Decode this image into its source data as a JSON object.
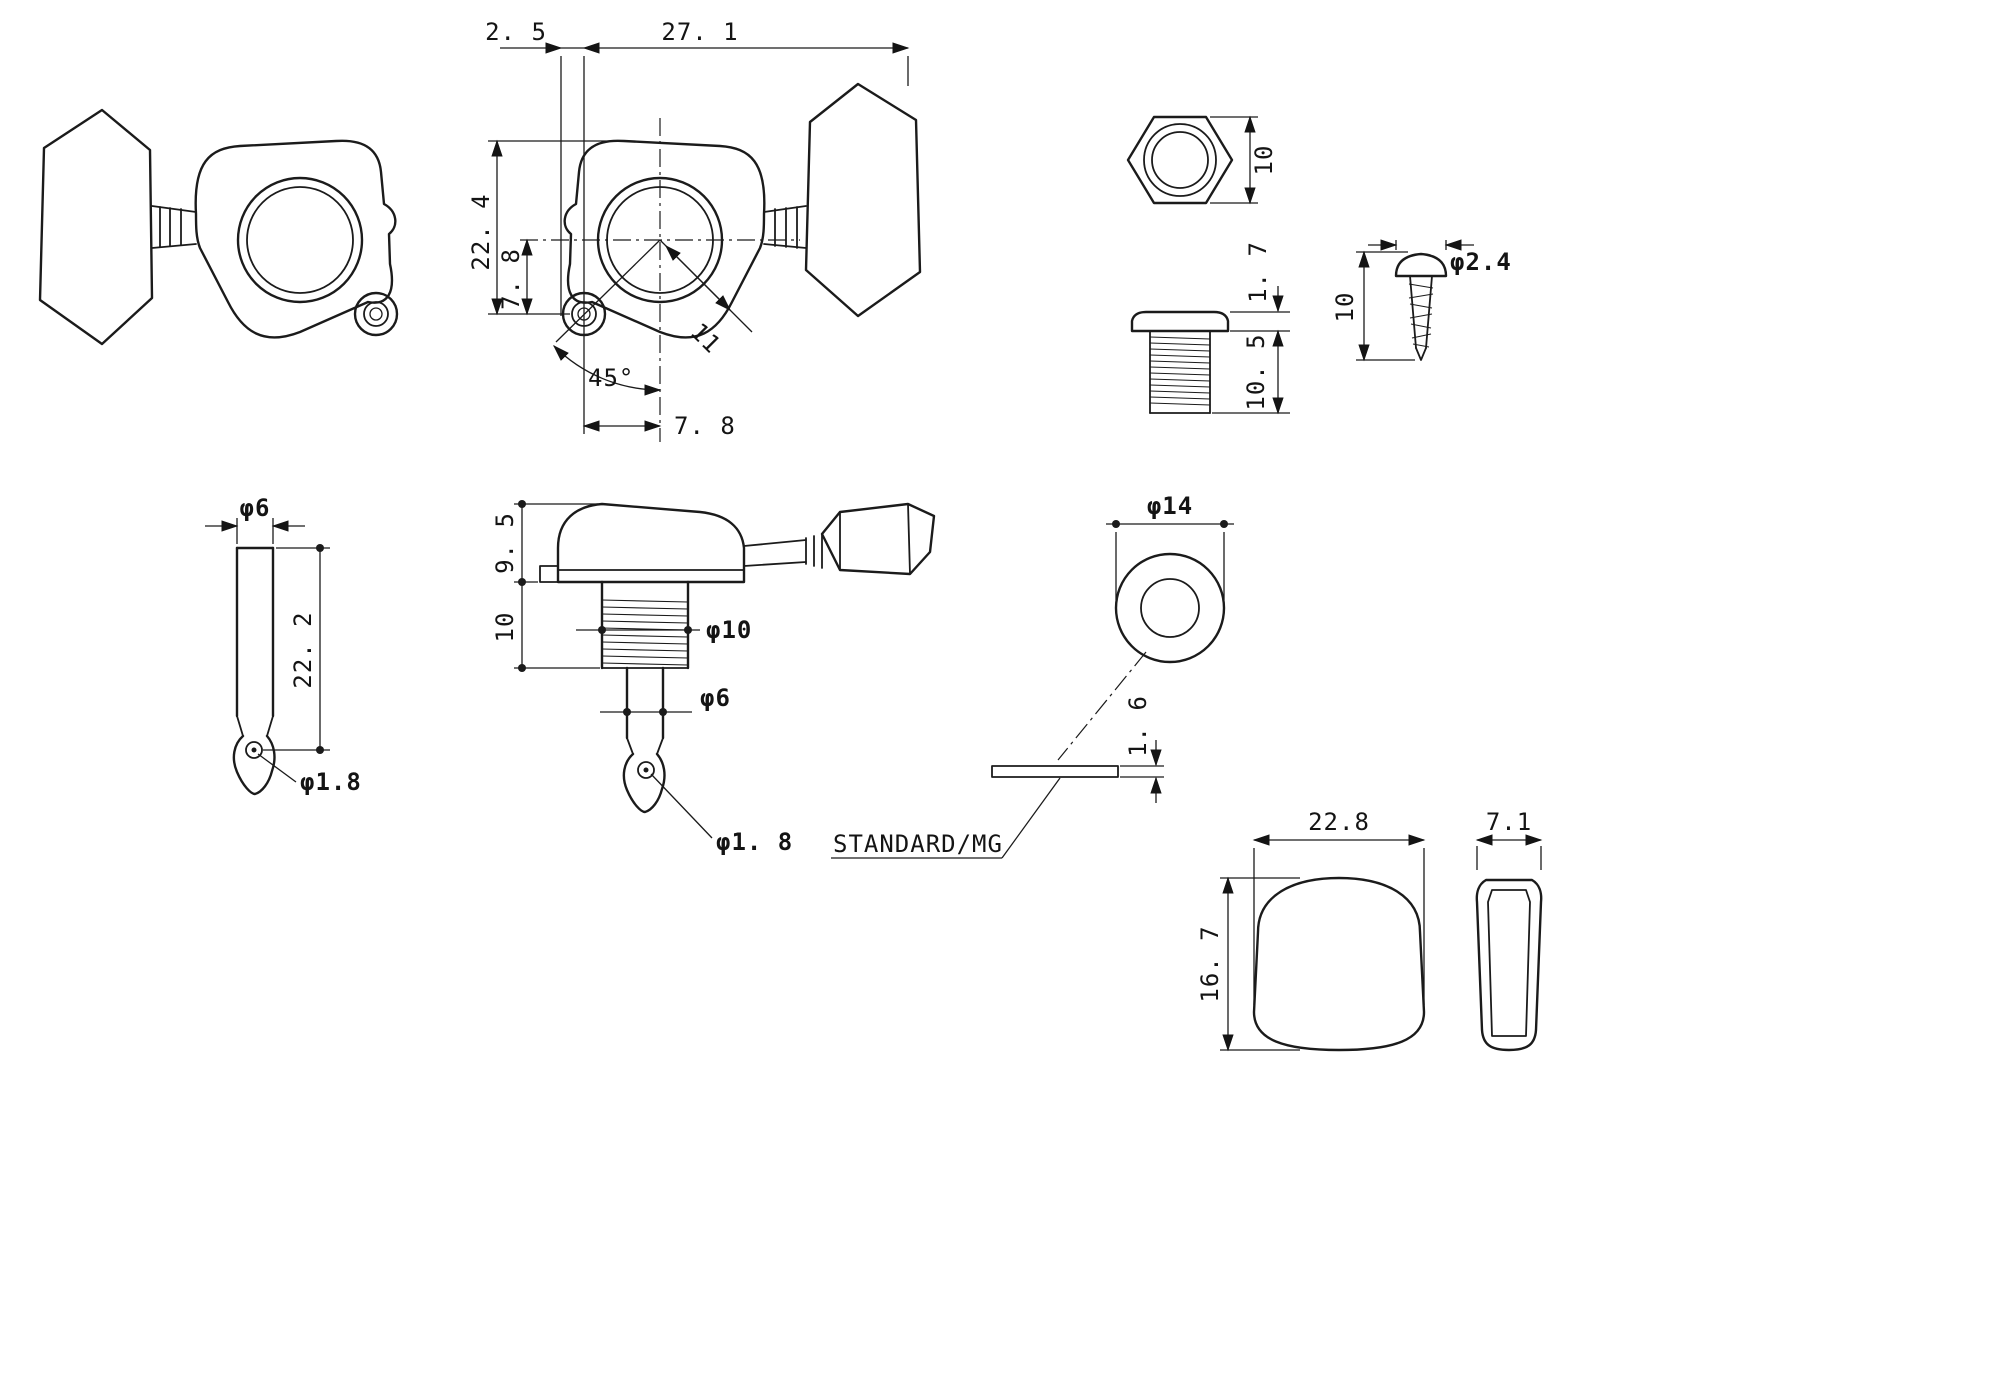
{
  "meta": {
    "title": "Guitar tuning machine technical drawing"
  },
  "dims": {
    "plan": {
      "offset": "2. 5",
      "overall_width": "27. 1",
      "height": "22. 4",
      "drop": "7. 8",
      "angle": "45°",
      "diagonal": "11",
      "bottom_offset": "7. 8"
    },
    "nut": {
      "size": "10"
    },
    "bushing": {
      "flange": "1. 7",
      "thread_length": "10. 5"
    },
    "screw": {
      "diameter": "φ2.4",
      "length": "10"
    },
    "post": {
      "diameter": "φ6",
      "length": "22. 2",
      "hole": "φ1.8"
    },
    "side": {
      "housing_height": "9. 5",
      "bushing_length": "10",
      "bushing_dia": "φ10",
      "post_dia": "φ6",
      "hole": "φ1. 8"
    },
    "washer": {
      "diameter": "φ14",
      "thickness": "1. 6",
      "type_label": "STANDARD/MG"
    },
    "button": {
      "width": "22.8",
      "height": "16. 7",
      "thickness": "7.1"
    }
  }
}
